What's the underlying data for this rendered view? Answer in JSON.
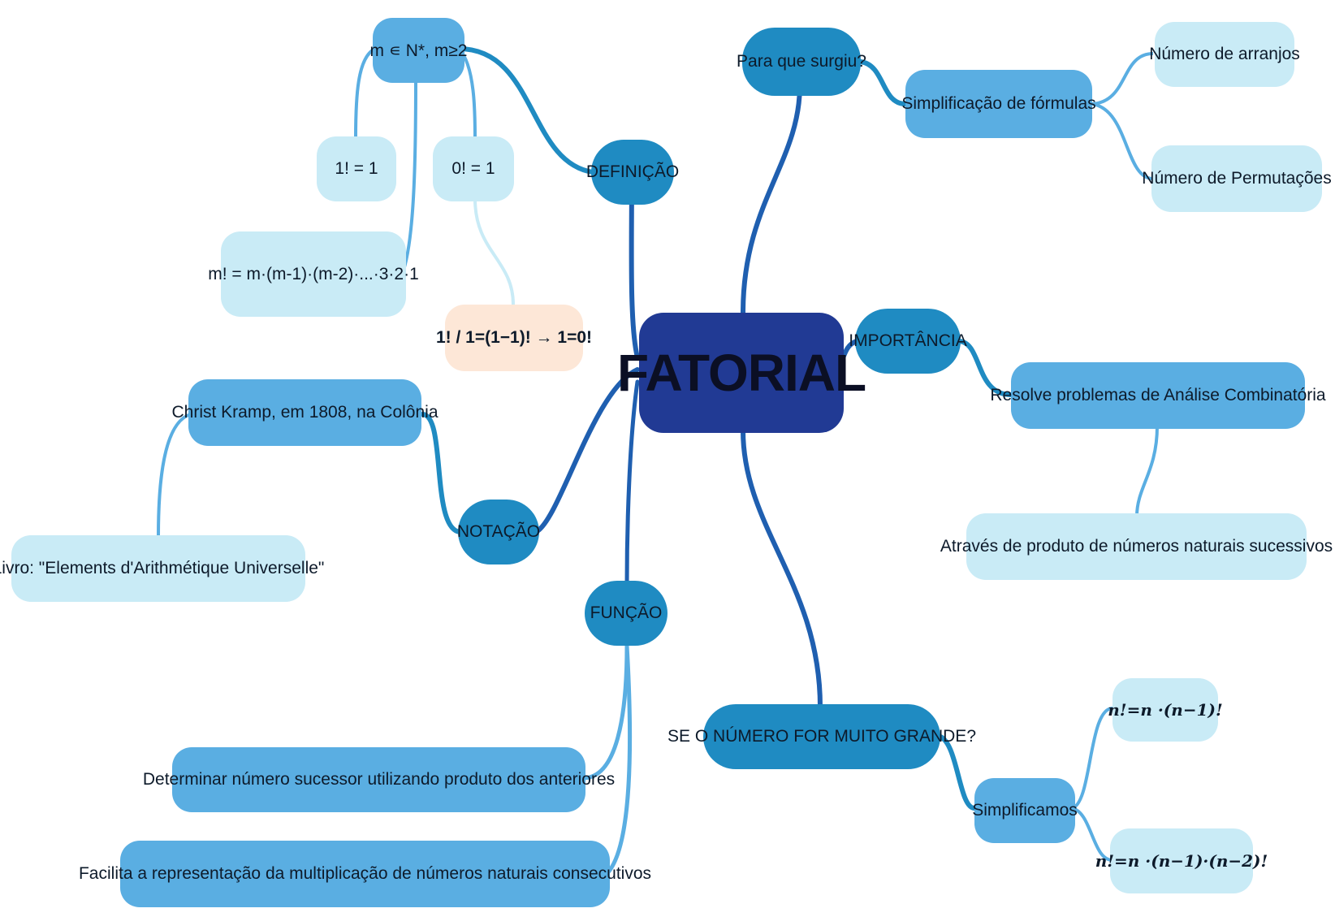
{
  "center": {
    "label": "FATORIAL"
  },
  "colors": {
    "root": "#213a94",
    "level1": "#1f8bc2",
    "level2": "#5aaee2",
    "level3": "#c9ebf6",
    "note": "#fde7d7"
  },
  "branches": {
    "definicao": {
      "label": "DEFINIÇÃO",
      "domain": "m ∊ N*, m≥2",
      "one": "1! = 1",
      "zero": "0! = 1",
      "formula": "m! = m·(m-1)·(m-2)·...·3·2·1",
      "proof": "1! / 1=(1−1)! → 1=0!"
    },
    "notacao": {
      "label": "NOTAÇÃO",
      "author": "Christ Kramp, em 1808, na Colônia",
      "book": "Livro: \"Elements d'Arithmétique Universelle\""
    },
    "funcao": {
      "label": "FUNÇÃO",
      "item1": "Determinar número sucessor utilizando produto dos anteriores",
      "item2": "Facilita a representação da multiplicação de números naturais consecutivos"
    },
    "surgiu": {
      "label": "Para que surgiu?",
      "simplificacao": "Simplificação de fórmulas",
      "arranjos": "Número de arranjos",
      "permutacoes": "Número de Permutações"
    },
    "importancia": {
      "label": "IMPORTÂNCIA",
      "resolve": "Resolve problemas de Análise Combinatória",
      "produto": "Através de produto de números naturais sucessivos"
    },
    "grande": {
      "label": "SE O NÚMERO FOR MUITO GRANDE?",
      "simplificamos": "Simplificamos",
      "f1": "n!=n ·(n−1)!",
      "f2": "n!=n ·(n−1)·(n−2)!"
    }
  }
}
